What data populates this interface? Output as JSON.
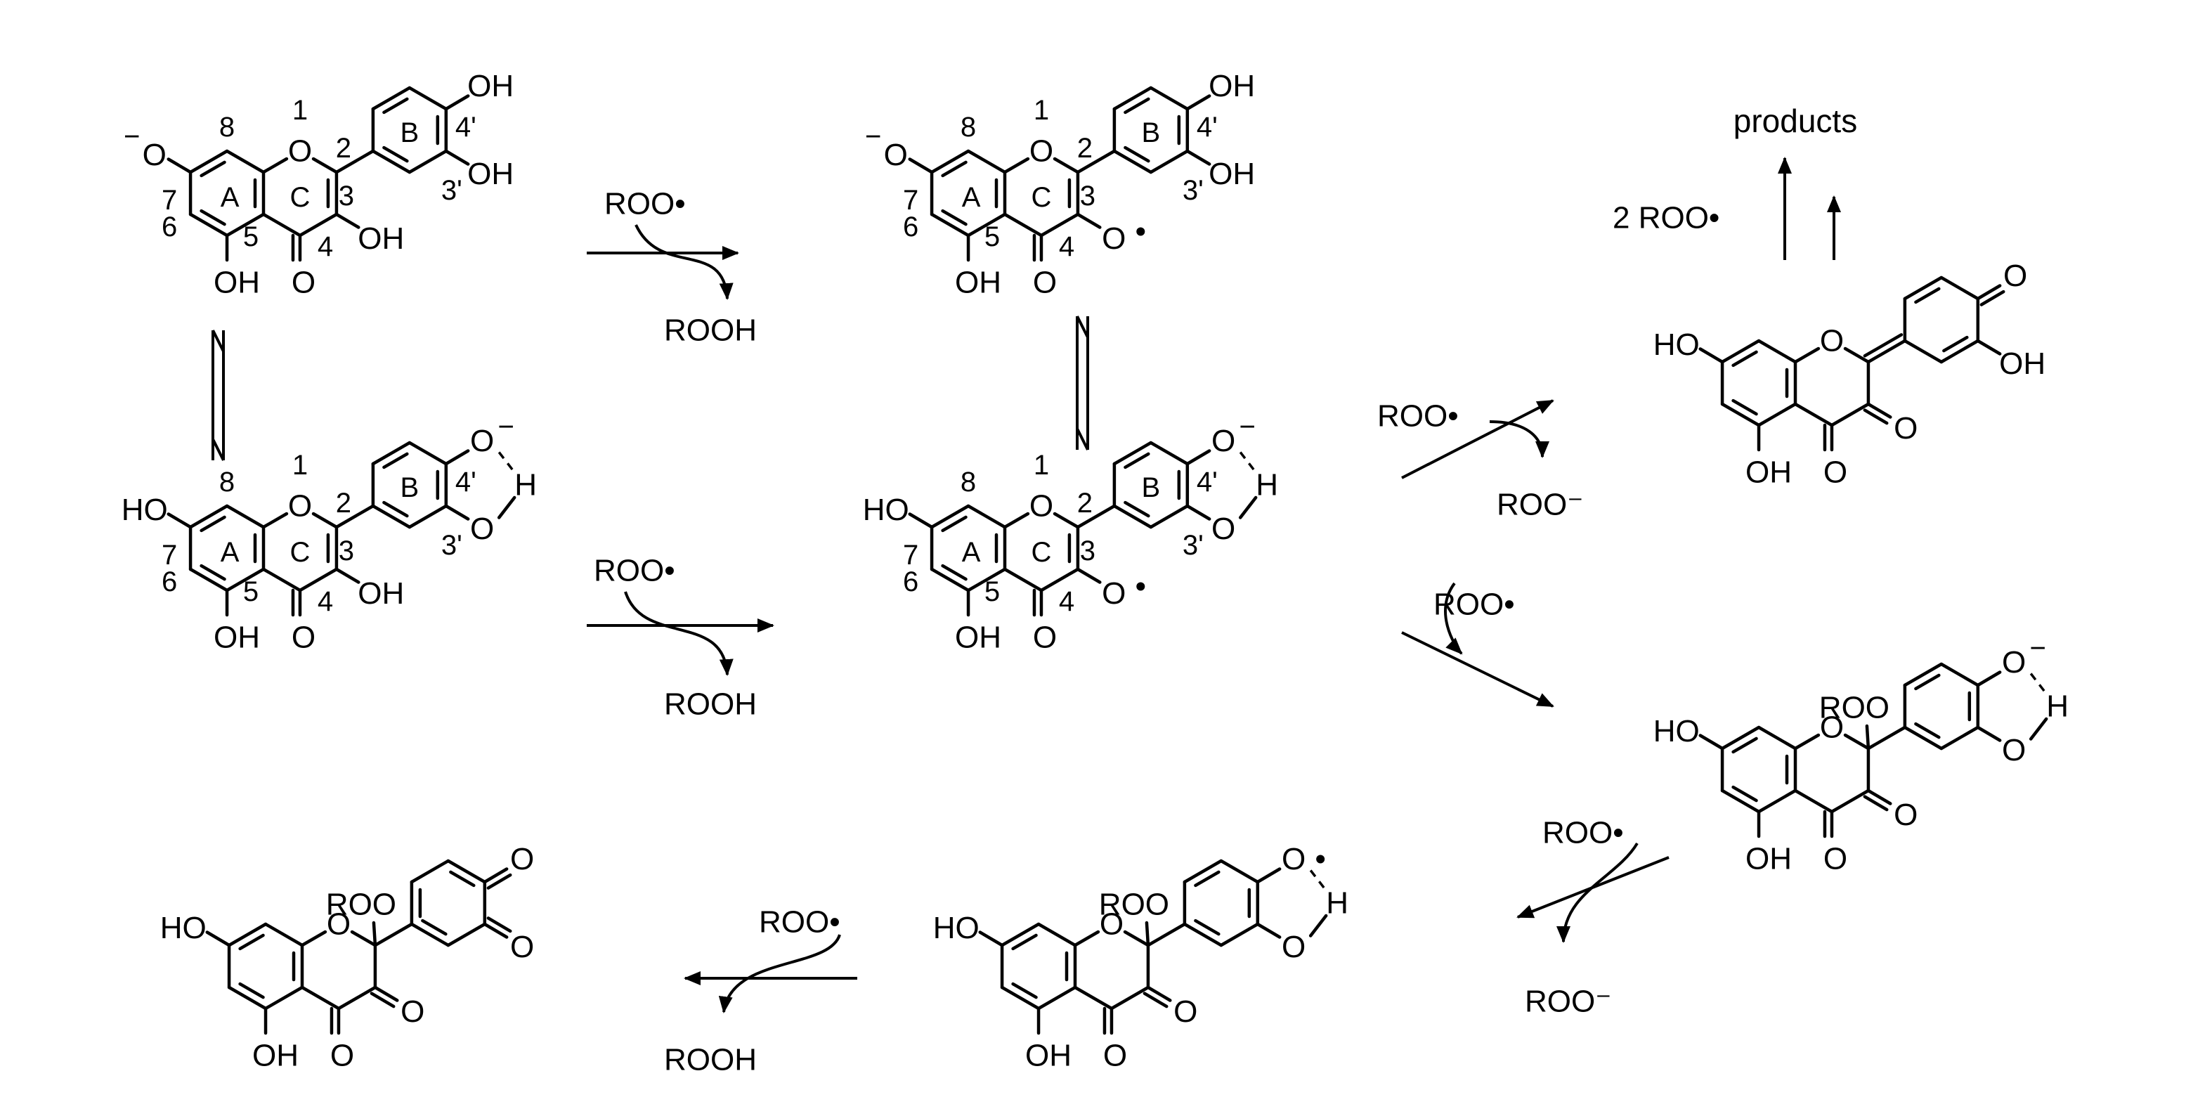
{
  "scheme": {
    "compounds": [
      {
        "id": "c1"
      },
      {
        "id": "c2"
      },
      {
        "id": "c3"
      },
      {
        "id": "c4"
      },
      {
        "id": "c5"
      },
      {
        "id": "c6"
      },
      {
        "id": "c7"
      },
      {
        "id": "c8"
      }
    ],
    "reagents": {
      "peroxyl_radical": "ROO•",
      "hydroperoxide": "ROOH",
      "peroxide_anion": "ROO⁻",
      "two_peroxyl": "2 ROO•",
      "products": "products"
    },
    "labels": {
      "ring_a": "A",
      "ring_b": "B",
      "ring_c": "C",
      "pos_1": "1",
      "pos_2": "2",
      "pos_3": "3",
      "pos_4": "4",
      "pos_5": "5",
      "pos_6": "6",
      "pos_7": "7",
      "pos_8": "8",
      "pos_3p": "3'",
      "pos_4p": "4'"
    },
    "groups": {
      "oh": "OH",
      "ho": "HO",
      "o": "O",
      "h": "H",
      "roo": "ROO",
      "o_minus": "O⁻",
      "o_radical": "O•",
      "minus": "−"
    }
  }
}
